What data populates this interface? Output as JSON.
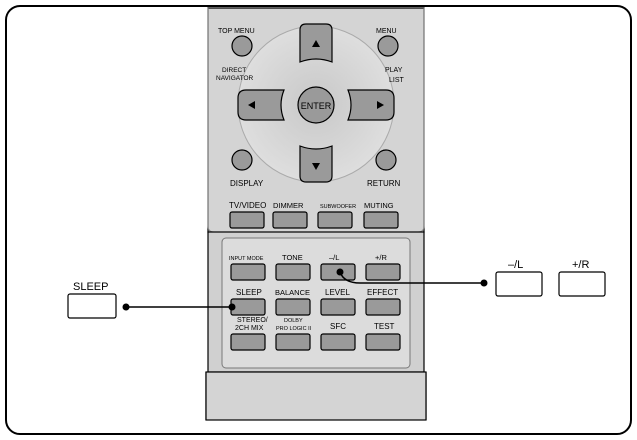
{
  "remote": {
    "upper": {
      "top_menu_label": "TOP MENU",
      "menu_label": "MENU",
      "direct_navigator_label": [
        "DIRECT",
        "NAVIGATOR"
      ],
      "play_list_label": [
        "PLAY",
        "LIST"
      ],
      "enter_label": "ENTER",
      "display_label": "DISPLAY",
      "return_label": "RETURN",
      "tv_video_label": "TV/VIDEO",
      "dimmer_label": "DIMMER",
      "subwoofer_label": "SUBWOOFER",
      "muting_label": "MUTING"
    },
    "lower": {
      "input_mode_label": "INPUT MODE",
      "tone_label": "TONE",
      "minus_l_label": "–/L",
      "plus_r_label": "+/R",
      "sleep_label": "SLEEP",
      "balance_label": "BALANCE",
      "level_label": "LEVEL",
      "effect_label": "EFFECT",
      "stereo_label": [
        "STEREO/",
        "2CH MIX"
      ],
      "dolby_label": [
        "DOLBY",
        "PRO LOGIC II"
      ],
      "sfc_label": "SFC",
      "test_label": "TEST"
    }
  },
  "callouts": {
    "sleep_label": "SLEEP",
    "minus_l_label": "–/L",
    "plus_r_label": "+/R"
  }
}
